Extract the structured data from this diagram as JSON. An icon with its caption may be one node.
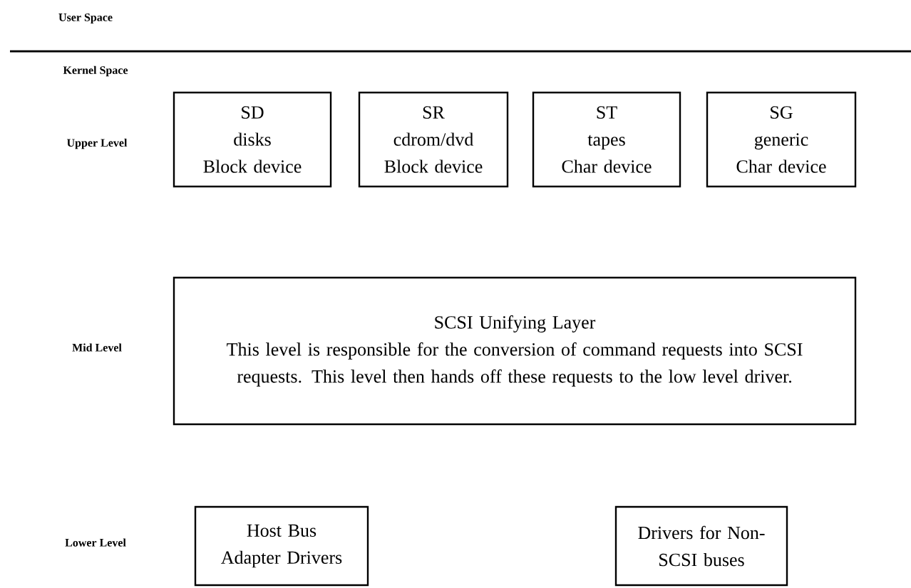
{
  "diagram": {
    "nodes": [
      {
        "text": [
          "SD",
          "disks",
          "Block device"
        ]
      },
      {
        "text": [
          "SR",
          "cdrom/dvd",
          "Block device"
        ]
      },
      {
        "text": [
          "ST",
          "tapes",
          "Char device"
        ]
      },
      {
        "text": [
          "SG",
          "generic",
          "Char device"
        ]
      },
      {
        "text": [
          "SCSI Unifying Layer",
          "This level is responsible for the conversion of command requests into SCSI requests. This level then hands off these requests to the low level driver."
        ]
      },
      {
        "text": [
          "Host Bus Adapter Drivers"
        ]
      },
      {
        "text": [
          "Drivers for Non-SCSI buses"
        ]
      }
    ],
    "labels": [
      "User Space",
      "Kernel Space",
      "Upper Level",
      "Mid Level",
      "Lower Level"
    ]
  }
}
